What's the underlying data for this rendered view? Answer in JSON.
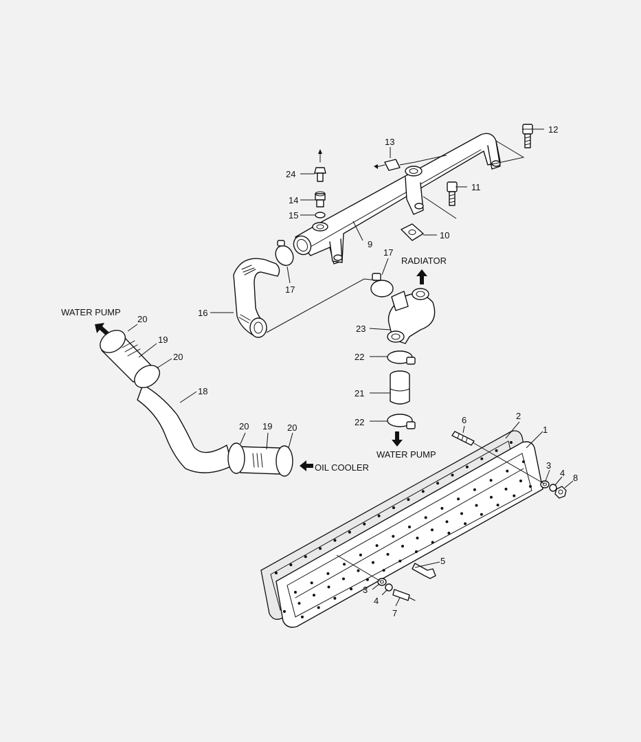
{
  "diagram": {
    "callouts": {
      "c1": "1",
      "c2": "2",
      "c3a": "3",
      "c3b": "3",
      "c4a": "4",
      "c4b": "4",
      "c5": "5",
      "c6": "6",
      "c7": "7",
      "c8": "8",
      "c9": "9",
      "c10": "10",
      "c11": "11",
      "c12": "12",
      "c13": "13",
      "c14": "14",
      "c15": "15",
      "c16": "16",
      "c17a": "17",
      "c17b": "17",
      "c18": "18",
      "c19a": "19",
      "c19b": "19",
      "c20a": "20",
      "c20b": "20",
      "c20c": "20",
      "c20d": "20",
      "c21": "21",
      "c22a": "22",
      "c22b": "22",
      "c23": "23",
      "c24": "24"
    },
    "flow_labels": {
      "radiator": "RADIATOR",
      "water_pump_top": "WATER PUMP",
      "water_pump_bottom": "WATER PUMP",
      "oil_cooler": "OIL COOLER"
    },
    "colors": {
      "ink": "#111111",
      "paper": "#f2f2f2",
      "shading": "#d8d8d8"
    }
  }
}
